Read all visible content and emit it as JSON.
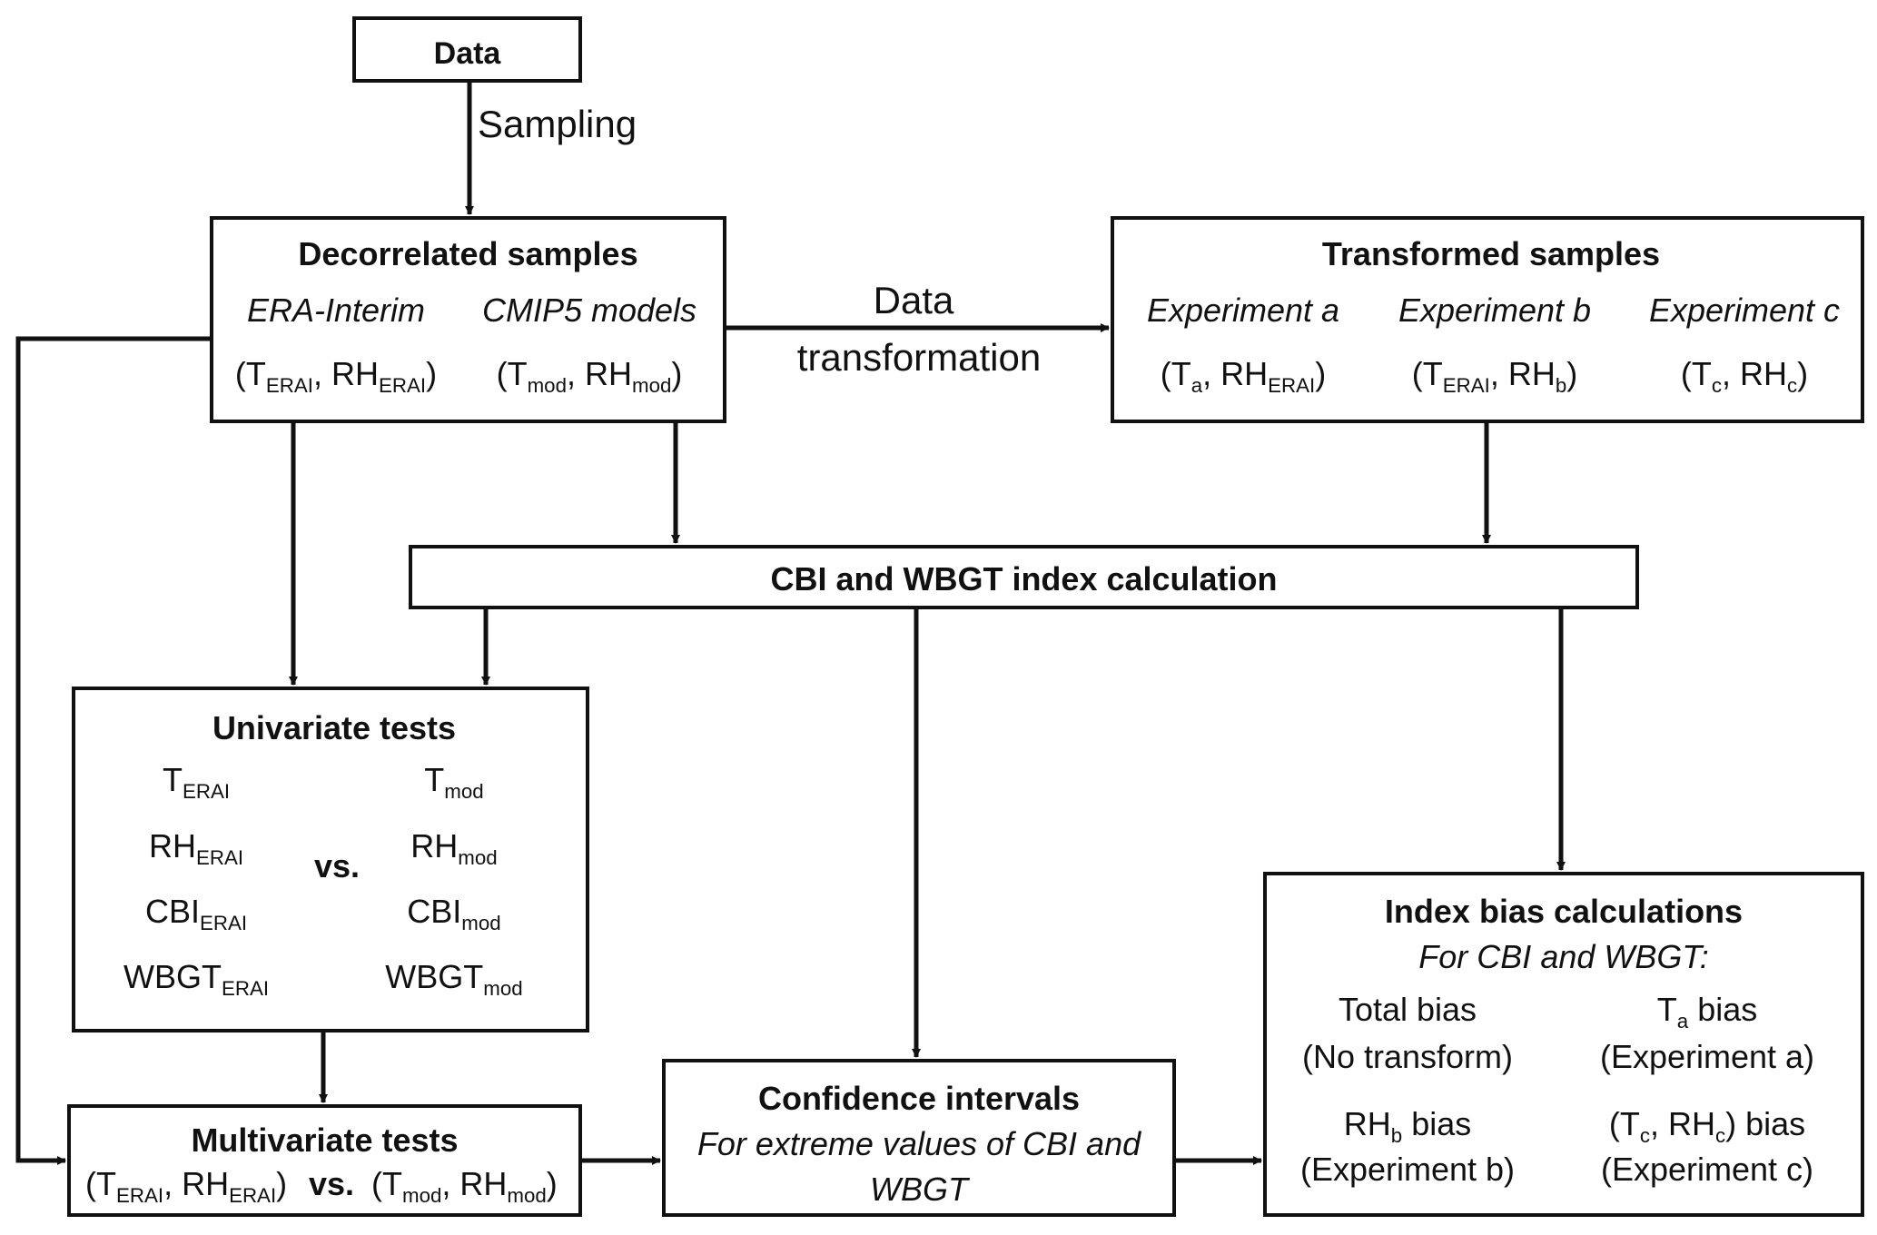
{
  "nodes": {
    "data": {
      "title": "Data"
    },
    "decorrelated": {
      "title": "Decorrelated samples",
      "era_label": "ERA-Interim",
      "cmip_label": "CMIP5 models",
      "era_pair": {
        "open": "(T",
        "s1": "ERAI",
        "mid": ", RH",
        "s2": "ERAI",
        "close": ")"
      },
      "mod_pair": {
        "open": "(T",
        "s1": "mod",
        "mid": ", RH",
        "s2": "mod",
        "close": ")"
      }
    },
    "transformed": {
      "title": "Transformed samples",
      "exp_a": "Experiment a",
      "exp_b": "Experiment b",
      "exp_c": "Experiment c",
      "pair_a": {
        "open": "(T",
        "s1": "a",
        "mid": ", RH",
        "s2": "ERAI",
        "close": ")"
      },
      "pair_b": {
        "open": "(T",
        "s1": "ERAI",
        "mid": ", RH",
        "s2": "b",
        "close": ")"
      },
      "pair_c": {
        "open": "(T",
        "s1": "c",
        "mid": ", RH",
        "s2": "c",
        "close": ")"
      }
    },
    "index_calc": {
      "title": "CBI and WBGT index calculation"
    },
    "univariate": {
      "title": "Univariate tests",
      "vs": "vs.",
      "left": [
        {
          "base": "T",
          "sub": "ERAI"
        },
        {
          "base": "RH",
          "sub": "ERAI"
        },
        {
          "base": "CBI",
          "sub": "ERAI"
        },
        {
          "base": "WBGT",
          "sub": "ERAI"
        }
      ],
      "right": [
        {
          "base": "T",
          "sub": "mod"
        },
        {
          "base": "RH",
          "sub": "mod"
        },
        {
          "base": "CBI",
          "sub": "mod"
        },
        {
          "base": "WBGT",
          "sub": "mod"
        }
      ]
    },
    "multivariate": {
      "title": "Multivariate tests",
      "vs": "vs.",
      "left": {
        "open": "(T",
        "s1": "ERAI",
        "mid": ", RH",
        "s2": "ERAI",
        "close": ")"
      },
      "right": {
        "open": "(T",
        "s1": "mod",
        "mid": ", RH",
        "s2": "mod",
        "close": ")"
      }
    },
    "confidence": {
      "title": "Confidence intervals",
      "line1": "For extreme values of CBI and",
      "line2": "WBGT"
    },
    "bias": {
      "title": "Index bias calculations",
      "subtitle": "For CBI and WBGT:",
      "total": {
        "label": "Total bias",
        "note": "(No transform)"
      },
      "ta": {
        "pre": "T",
        "sub": "a",
        "post": " bias",
        "note": "(Experiment a)"
      },
      "rhb": {
        "pre": "RH",
        "sub": "b",
        "post": " bias",
        "note": "(Experiment b)"
      },
      "tcrhc": {
        "p1": "(T",
        "s1": "c",
        "p2": ", RH",
        "s2": "c",
        "p3": ") bias",
        "note": "(Experiment c)"
      }
    }
  },
  "edges": {
    "sampling": "Sampling",
    "data_transformation_1": "Data",
    "data_transformation_2": "transformation"
  }
}
